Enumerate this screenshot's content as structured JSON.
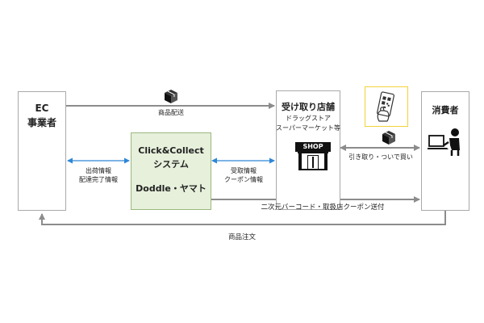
{
  "nodes": {
    "ec": {
      "line1": "EC",
      "line2": "事業者"
    },
    "cc": {
      "line1": "Click&Collect",
      "line2": "システム",
      "line3": "Doddle・ヤマト"
    },
    "store": {
      "line1": "受け取り店舗",
      "line2": "ドラッグストア",
      "line3": "スーパーマーケット等",
      "shop_sign": "SHOP"
    },
    "consumer": {
      "line1": "消費者"
    }
  },
  "edges": {
    "delivery": "商品配送",
    "shipping_line1": "出荷情報",
    "shipping_line2": "配達完了情報",
    "receipt_line1": "受取情報",
    "receipt_line2": "クーポン情報",
    "barcode": "二次元バーコード・取扱店クーポン送付",
    "pickup": "引き取り・ついで買い",
    "order": "商品注文"
  },
  "colors": {
    "arrow_gray": "#8c8c8c",
    "arrow_blue": "#2e86d6",
    "cc_fill": "#e6f0db",
    "cc_border": "#9ab87e",
    "phone_border": "#f2d23a"
  },
  "icons": [
    "package-icon",
    "shop-icon",
    "phone-qr-icon",
    "person-computer-icon"
  ]
}
